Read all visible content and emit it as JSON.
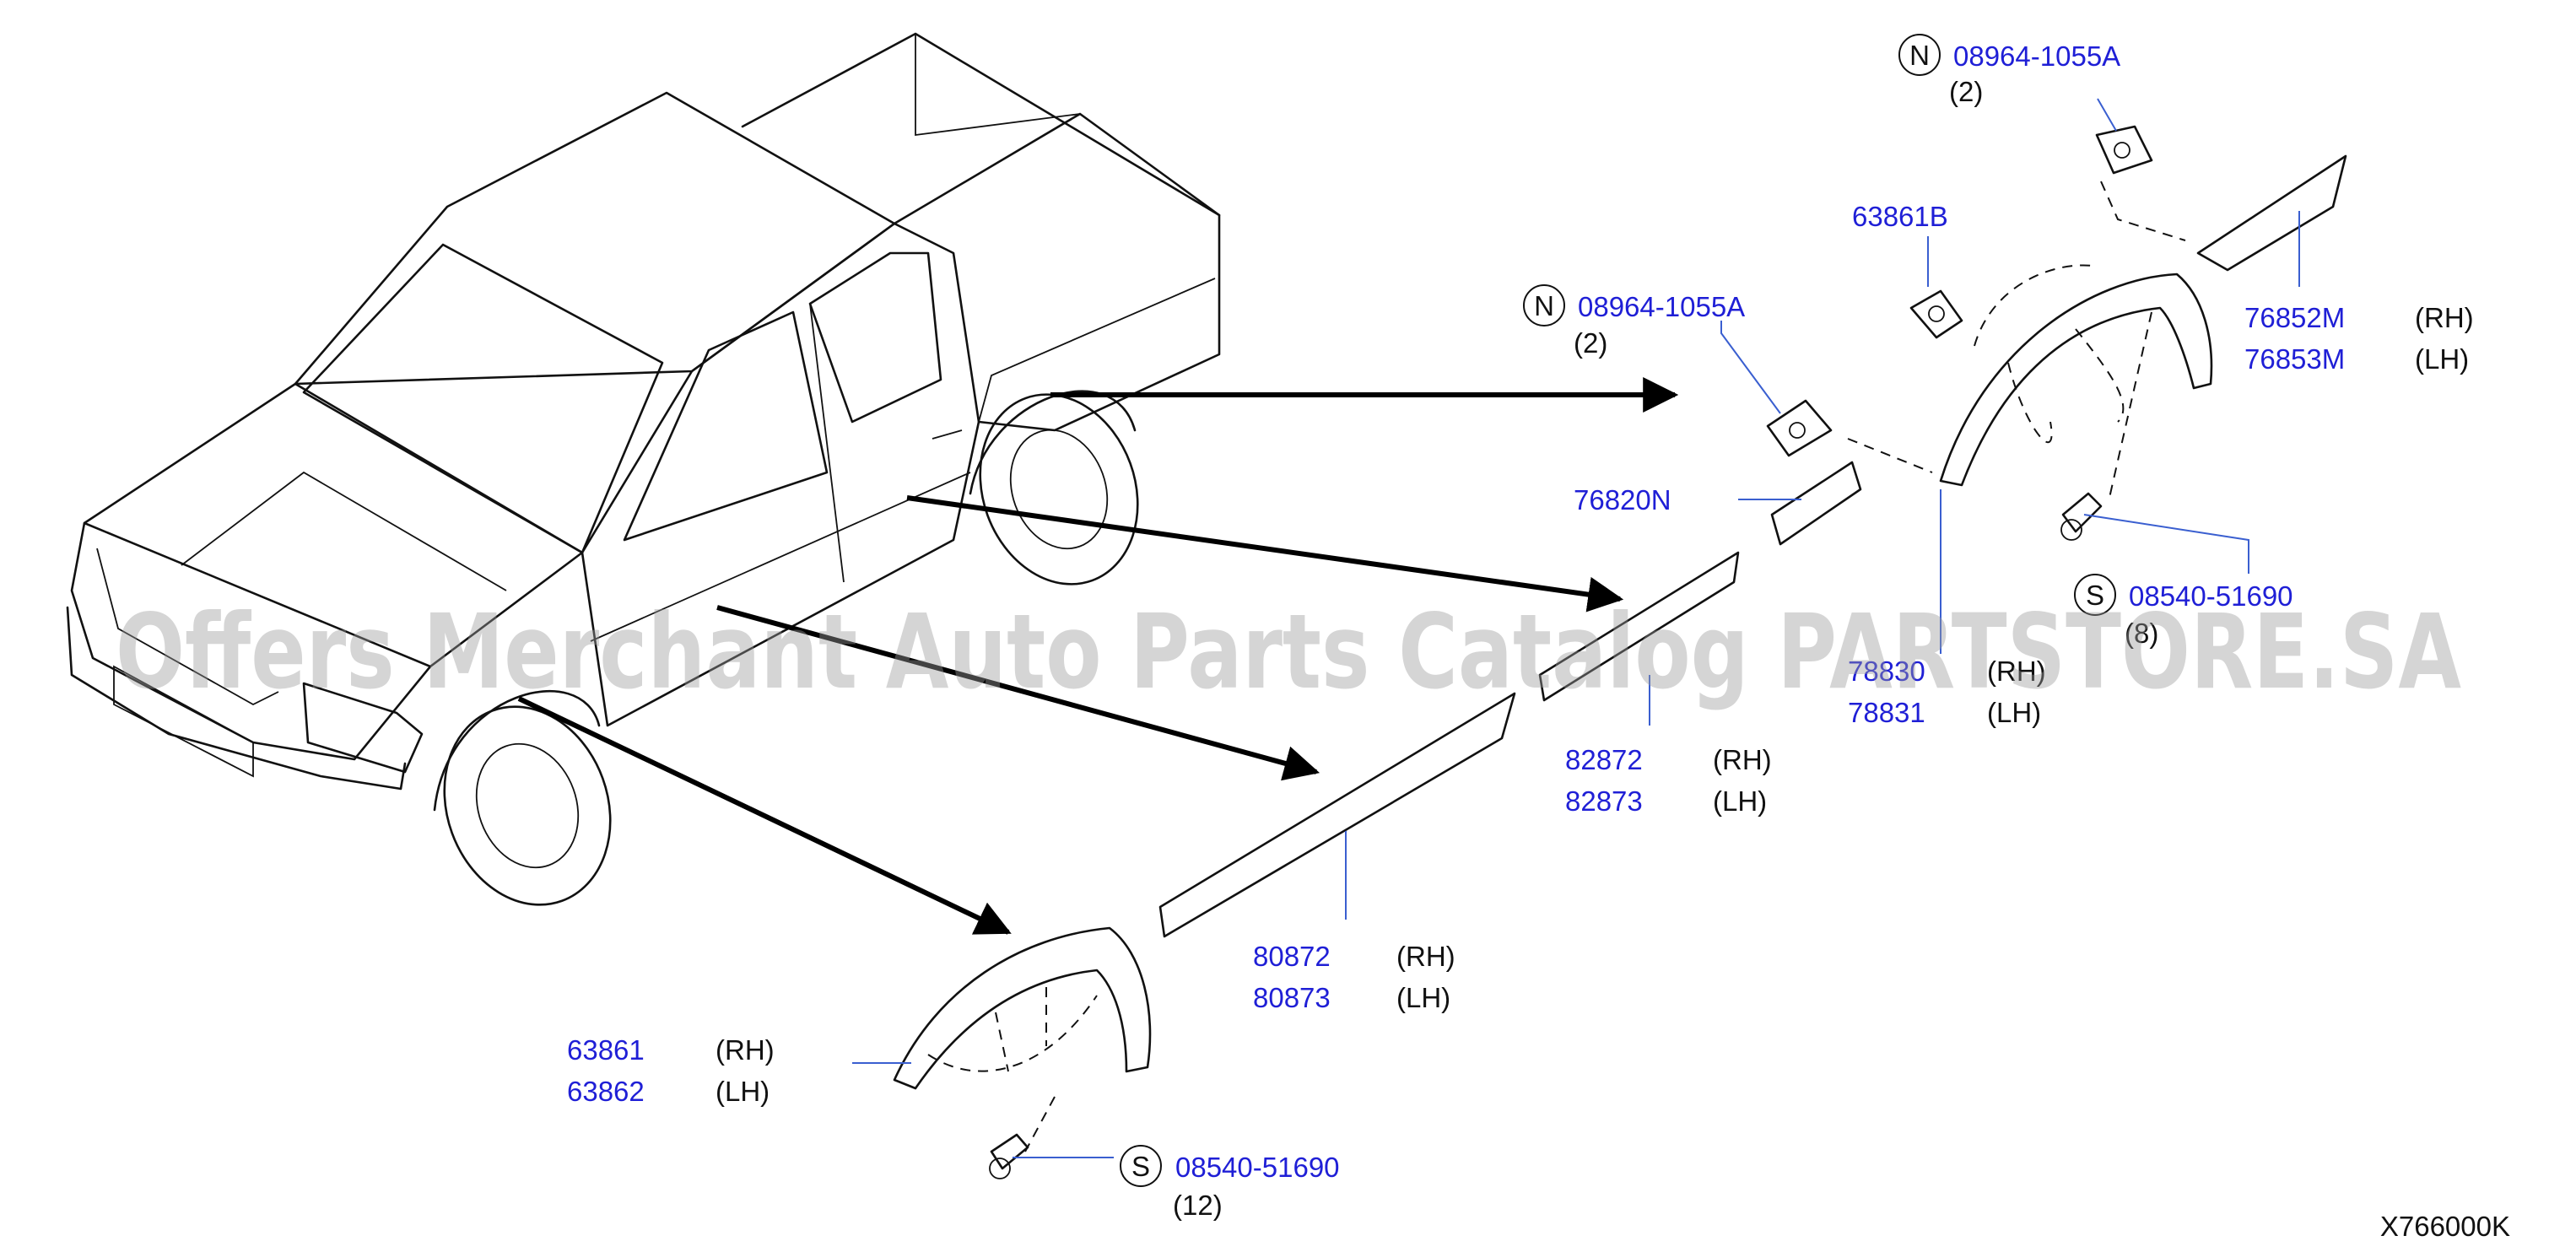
{
  "watermark": "Offers Merchant Auto Parts Catalog PARTSTORE.SA",
  "diagram_code": "X766000K",
  "colors": {
    "part_number": "#1f1fd6",
    "text": "#111111",
    "leader": "#3a5fd0",
    "watermark": "#9a9a9a"
  },
  "symbols": {
    "n": "N",
    "s": "S"
  },
  "sides": {
    "rh": "(RH)",
    "lh": "(LH)"
  },
  "parts": {
    "clip_top": {
      "number": "08964-1055A",
      "qty": "(2)"
    },
    "clip_mid": {
      "number": "08964-1055A",
      "qty": "(2)"
    },
    "clip_63861b": {
      "number": "63861B"
    },
    "front_moulding_rh": {
      "number": "76852M"
    },
    "front_moulding_lh": {
      "number": "76853M"
    },
    "mould_76820n": {
      "number": "76820N"
    },
    "screw_top": {
      "number": "08540-51690",
      "qty": "(8)"
    },
    "rear_fender_rh": {
      "number": "78830"
    },
    "rear_fender_lh": {
      "number": "78831"
    },
    "door_mould_rh": {
      "number": "82872"
    },
    "door_mould_lh": {
      "number": "82873"
    },
    "sill_mould_rh": {
      "number": "80872"
    },
    "sill_mould_lh": {
      "number": "80873"
    },
    "front_fender_rh": {
      "number": "63861"
    },
    "front_fender_lh": {
      "number": "63862"
    },
    "screw_bottom": {
      "number": "08540-51690",
      "qty": "(12)"
    }
  }
}
